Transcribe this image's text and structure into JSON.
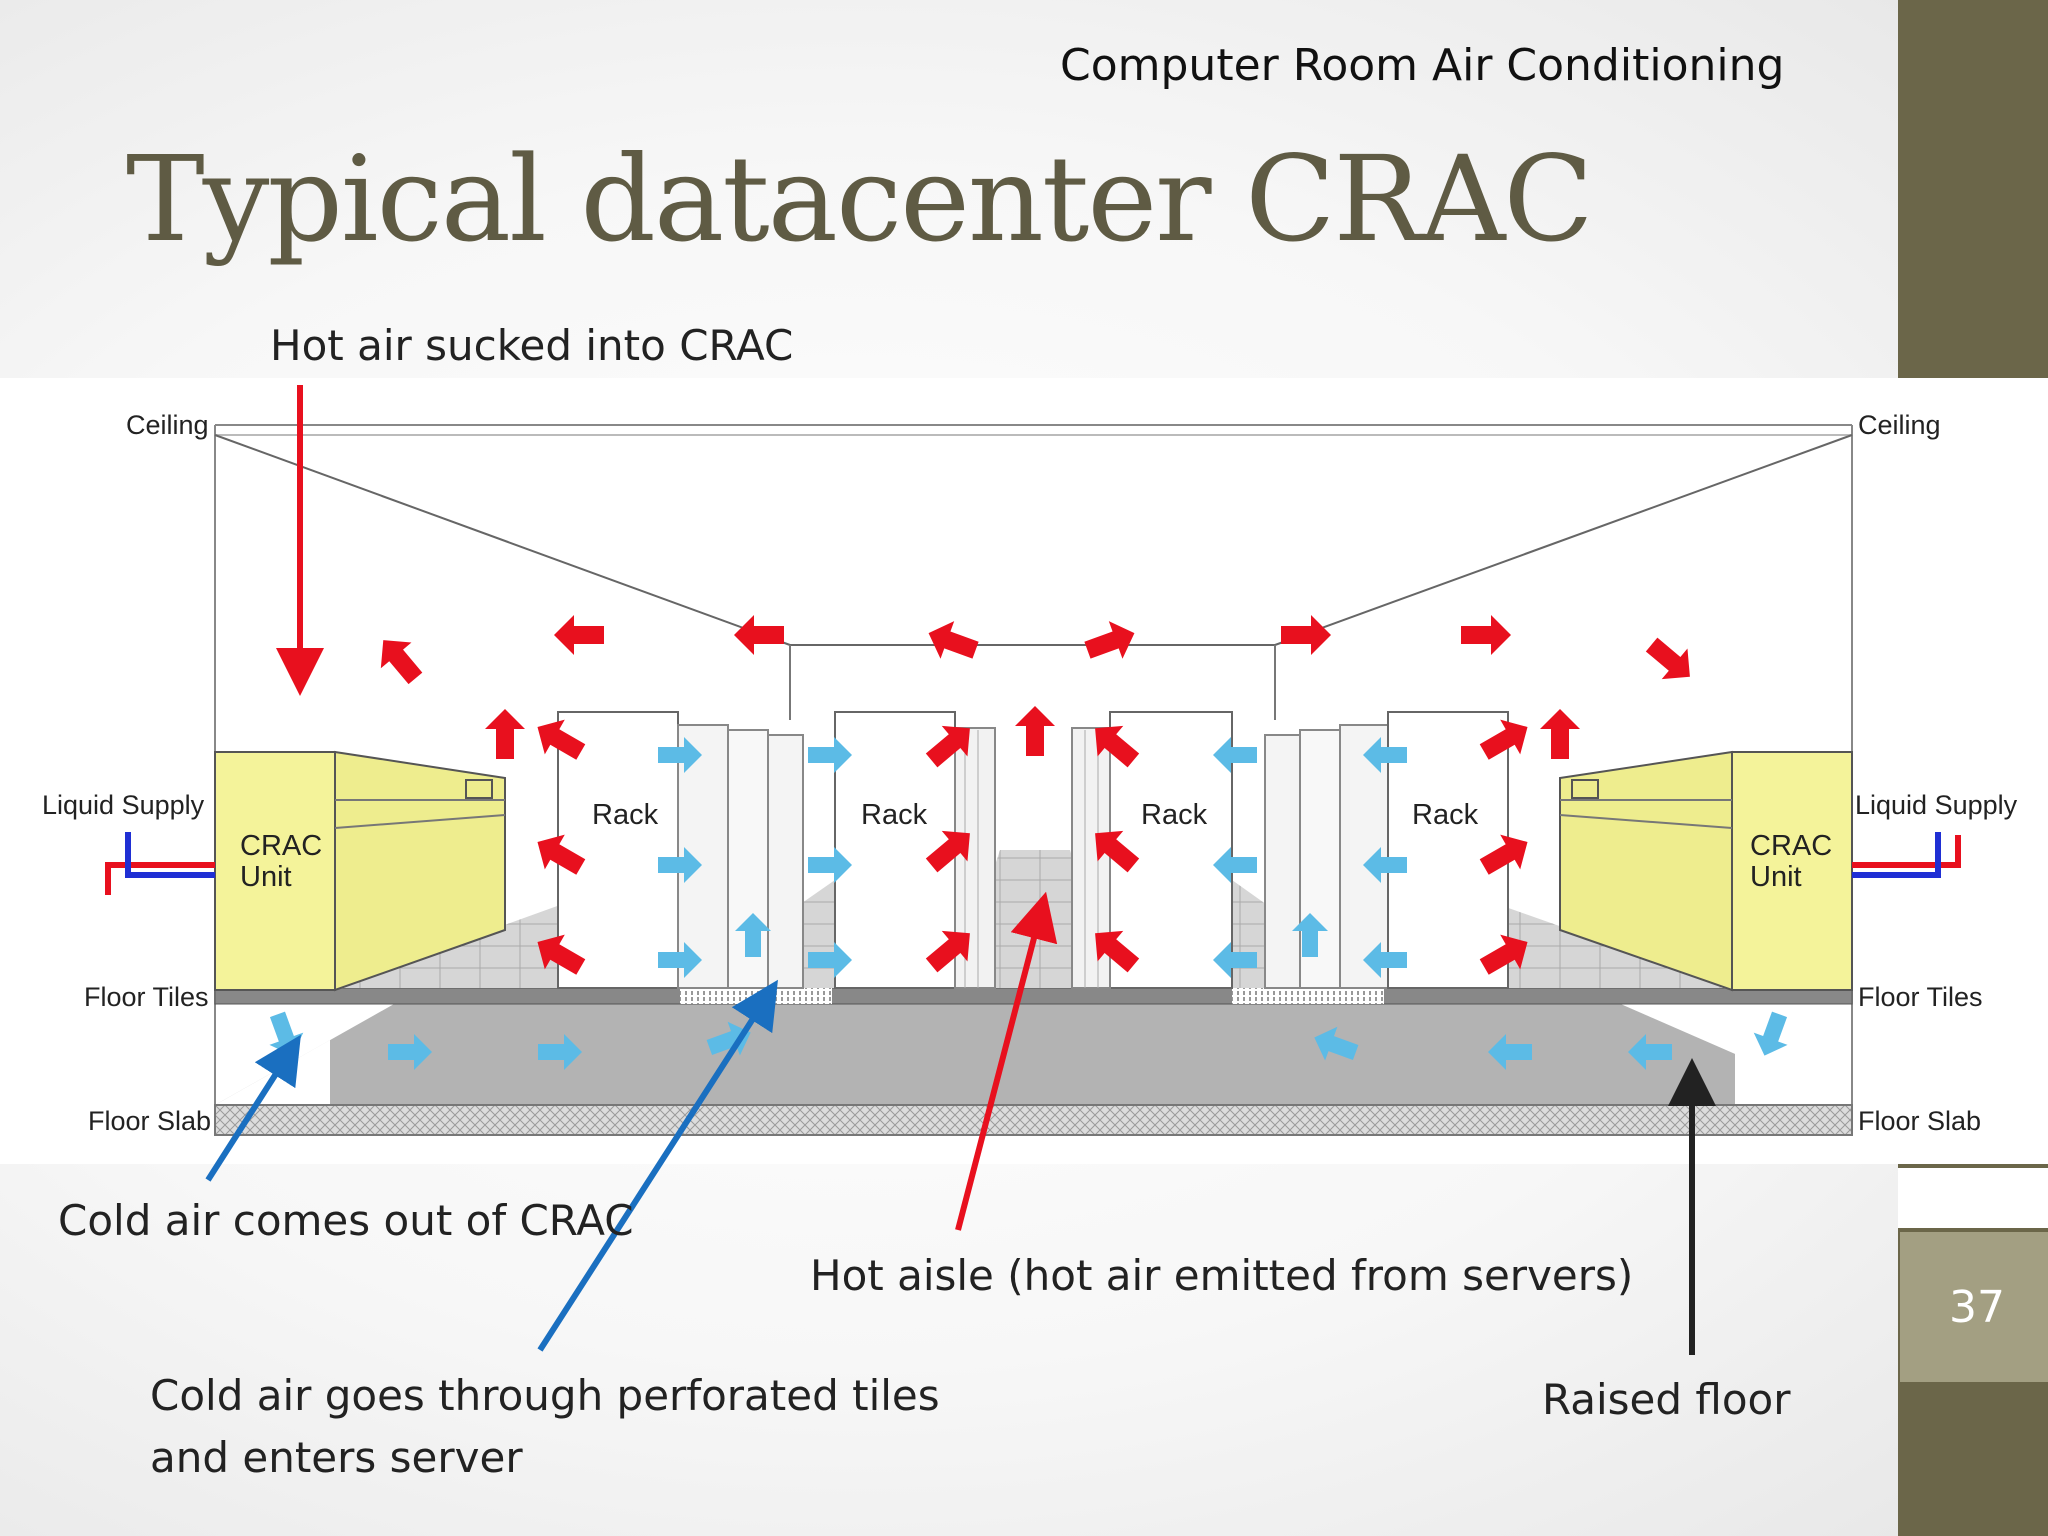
{
  "slide": {
    "subtitle": "Computer Room Air Conditioning",
    "title": "Typical datacenter CRAC",
    "page_number": "37"
  },
  "diagram": {
    "ceiling_left": "Ceiling",
    "ceiling_right": "Ceiling",
    "liquid_supply_left": "Liquid Supply",
    "liquid_supply_right": "Liquid Supply",
    "floor_tiles_left": "Floor Tiles",
    "floor_tiles_right": "Floor Tiles",
    "floor_slab_left": "Floor Slab",
    "floor_slab_right": "Floor Slab",
    "crac_unit_line1": "CRAC",
    "crac_unit_line2": "Unit",
    "rack_label": "Rack"
  },
  "callouts": {
    "hot_air_sucked": "Hot air sucked into CRAC",
    "cold_air_out": "Cold air comes out of CRAC",
    "hot_aisle": "Hot aisle (hot air emitted from servers)",
    "cold_air_tiles_line1": "Cold air goes through perforated tiles",
    "cold_air_tiles_line2": "and enters server",
    "raised_floor": "Raised floor"
  },
  "colors": {
    "hot_air": "#e8101e",
    "cold_air": "#5cbbe6",
    "callout_blue": "#1a6fc0",
    "crac_yellow": "#f4f39a",
    "sidebar": "#6b6649",
    "title": "#5f5b44"
  }
}
